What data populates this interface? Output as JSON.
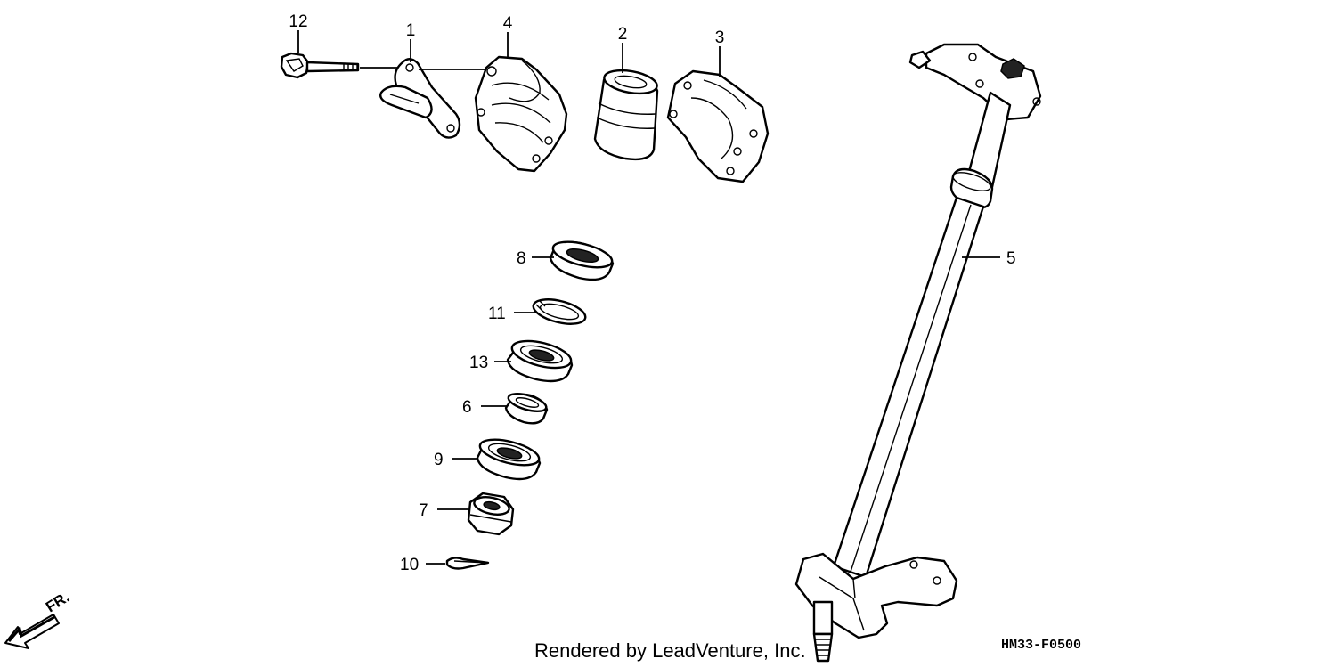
{
  "callouts": {
    "c1": "1",
    "c2": "2",
    "c3": "3",
    "c4": "4",
    "c5": "5",
    "c6": "6",
    "c7": "7",
    "c8": "8",
    "c9": "9",
    "c10": "10",
    "c11": "11",
    "c12": "12",
    "c13": "13"
  },
  "direction_label": "FR.",
  "credit": "Rendered by LeadVenture, Inc.",
  "diagram_code": "HM33-F0500"
}
